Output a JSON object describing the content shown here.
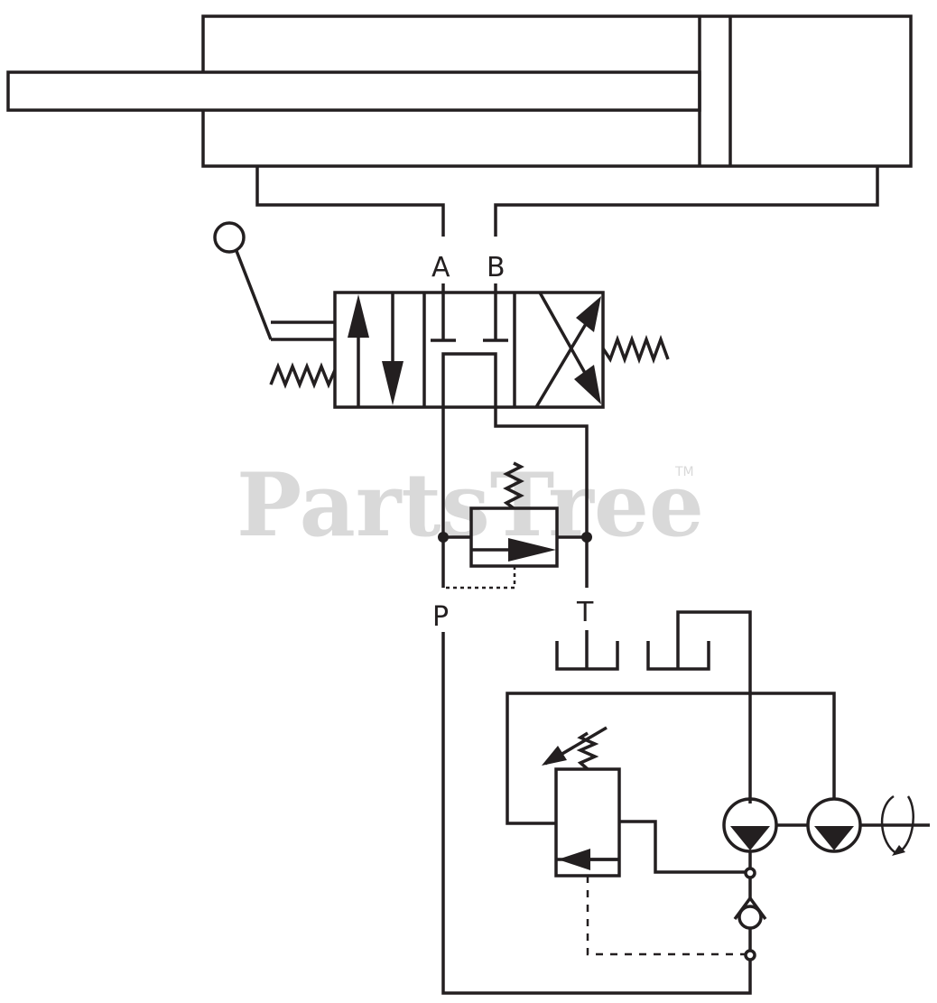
{
  "watermark": {
    "text": "PartsTree",
    "trademark": "TM",
    "color": "#d9d9d9"
  },
  "ports": {
    "a": "A",
    "b": "B",
    "p": "P",
    "t": "T"
  },
  "colors": {
    "line": "#231f20",
    "background": "#ffffff"
  }
}
